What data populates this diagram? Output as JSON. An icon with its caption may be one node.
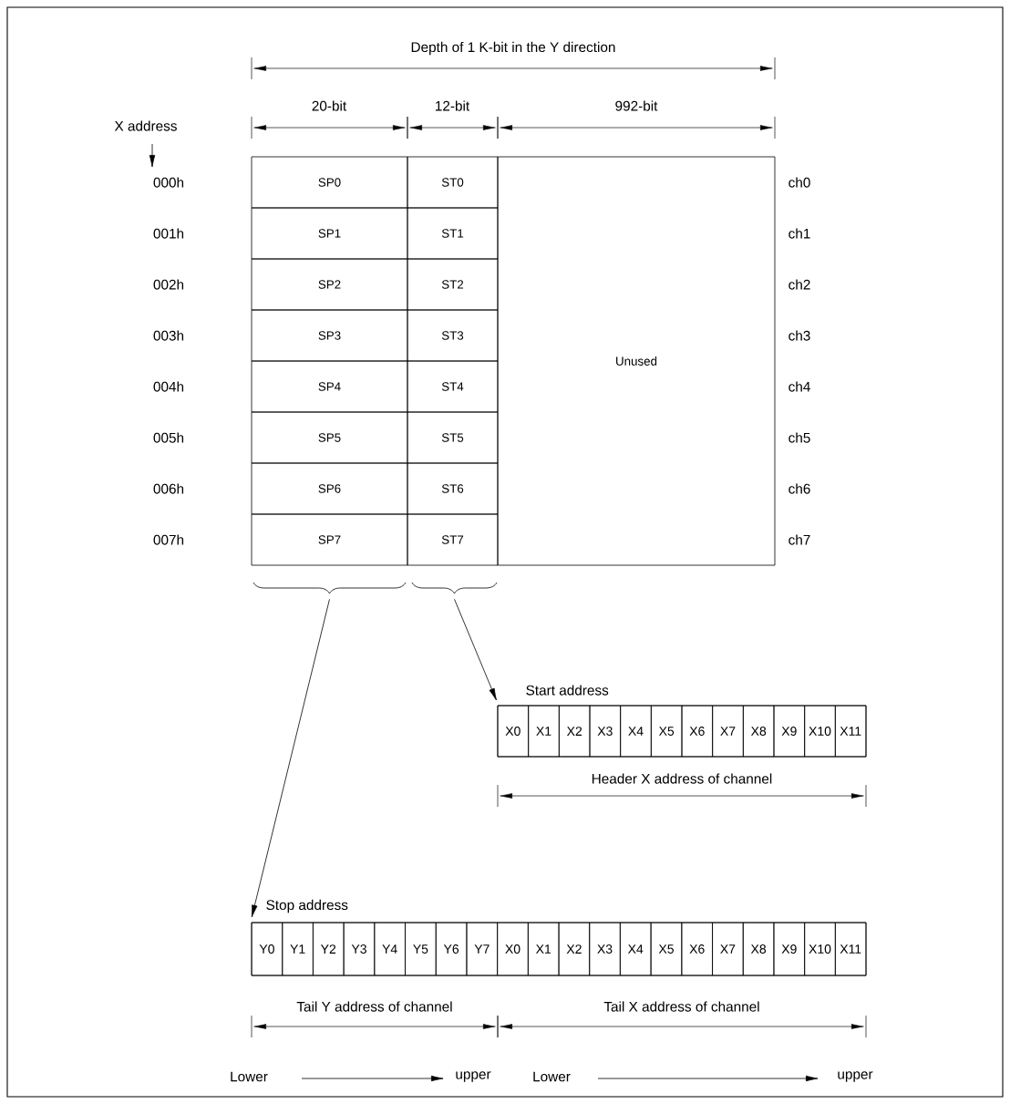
{
  "diagram": {
    "nodes": [
      {
        "text": [
          "SP0"
        ]
      },
      {
        "text": [
          "ST0"
        ]
      },
      {
        "text": [
          "Unused"
        ]
      },
      {
        "text": [
          "SP1"
        ]
      },
      {
        "text": [
          "ST1"
        ]
      },
      {
        "text": [
          "SP2"
        ]
      },
      {
        "text": [
          "ST2"
        ]
      },
      {
        "text": [
          "SP3"
        ]
      },
      {
        "text": [
          "ST3"
        ]
      },
      {
        "text": [
          "SP4"
        ]
      },
      {
        "text": [
          "ST4"
        ]
      },
      {
        "text": [
          "SP5"
        ]
      },
      {
        "text": [
          "ST5"
        ]
      },
      {
        "text": [
          "SP6"
        ]
      },
      {
        "text": [
          "ST6"
        ]
      },
      {
        "text": [
          "SP7"
        ]
      },
      {
        "text": [
          "ST7"
        ]
      },
      {
        "text": [],
        "shape": "brace"
      },
      {
        "text": [],
        "shape": "brace"
      },
      {
        "text": [
          "Start address"
        ]
      },
      {
        "text": [
          "X0"
        ],
        "in": 19
      },
      {
        "text": [
          "X1"
        ],
        "in": 19
      },
      {
        "text": [
          "X2"
        ],
        "in": 19
      },
      {
        "text": [
          "X3"
        ],
        "in": 19
      },
      {
        "text": [
          "X4"
        ],
        "in": 19
      },
      {
        "text": [
          "X5"
        ],
        "in": 19
      },
      {
        "text": [
          "X6"
        ],
        "in": 19
      },
      {
        "text": [
          "X7"
        ],
        "in": 19
      },
      {
        "text": [
          "X8"
        ],
        "in": 19
      },
      {
        "text": [
          "X9"
        ],
        "in": 19
      },
      {
        "text": [
          "X10"
        ],
        "in": 19
      },
      {
        "text": [
          "X11"
        ],
        "in": 19
      },
      {
        "text": [
          "Stop address"
        ]
      },
      {
        "text": [
          "Y0"
        ],
        "in": 32
      },
      {
        "text": [
          "Y1"
        ],
        "in": 32
      },
      {
        "text": [
          "Y2"
        ],
        "in": 32
      },
      {
        "text": [
          "Y3"
        ],
        "in": 32
      },
      {
        "text": [
          "Y4"
        ],
        "in": 32
      },
      {
        "text": [
          "Y5"
        ],
        "in": 32
      },
      {
        "text": [
          "Y6"
        ],
        "in": 32
      },
      {
        "text": [
          "Y7"
        ],
        "in": 32
      },
      {
        "text": [
          "X0"
        ],
        "in": 32
      },
      {
        "text": [
          "X1"
        ],
        "in": 32
      },
      {
        "text": [
          "X2"
        ],
        "in": 32
      },
      {
        "text": [
          "X3"
        ],
        "in": 32
      },
      {
        "text": [
          "X4"
        ],
        "in": 32
      },
      {
        "text": [
          "X5"
        ],
        "in": 32
      },
      {
        "text": [
          "X6"
        ],
        "in": 32
      },
      {
        "text": [
          "X7"
        ],
        "in": 32
      },
      {
        "text": [
          "X8"
        ],
        "in": 32
      },
      {
        "text": [
          "X9"
        ],
        "in": 32
      },
      {
        "text": [
          "X10"
        ],
        "in": 32
      },
      {
        "text": [
          "X11"
        ],
        "in": 32
      }
    ],
    "edges": [
      {
        "from": 18,
        "to": 19,
        "arrow": "to"
      },
      {
        "from": 17,
        "to": 32,
        "arrow": "to"
      }
    ],
    "labels": [
      "Depth of 1 K-bit in the Y direction",
      "X address",
      "20-bit",
      "12-bit",
      "992-bit",
      "000h",
      "ch0",
      "001h",
      "ch1",
      "002h",
      "ch2",
      "003h",
      "ch3",
      "004h",
      "ch4",
      "005h",
      "ch5",
      "006h",
      "ch6",
      "007h",
      "ch7",
      "Header X address of channel",
      "Tail Y address of channel",
      "Tail X address of channel",
      "Lower",
      "upper",
      "Lower",
      "upper"
    ]
  }
}
